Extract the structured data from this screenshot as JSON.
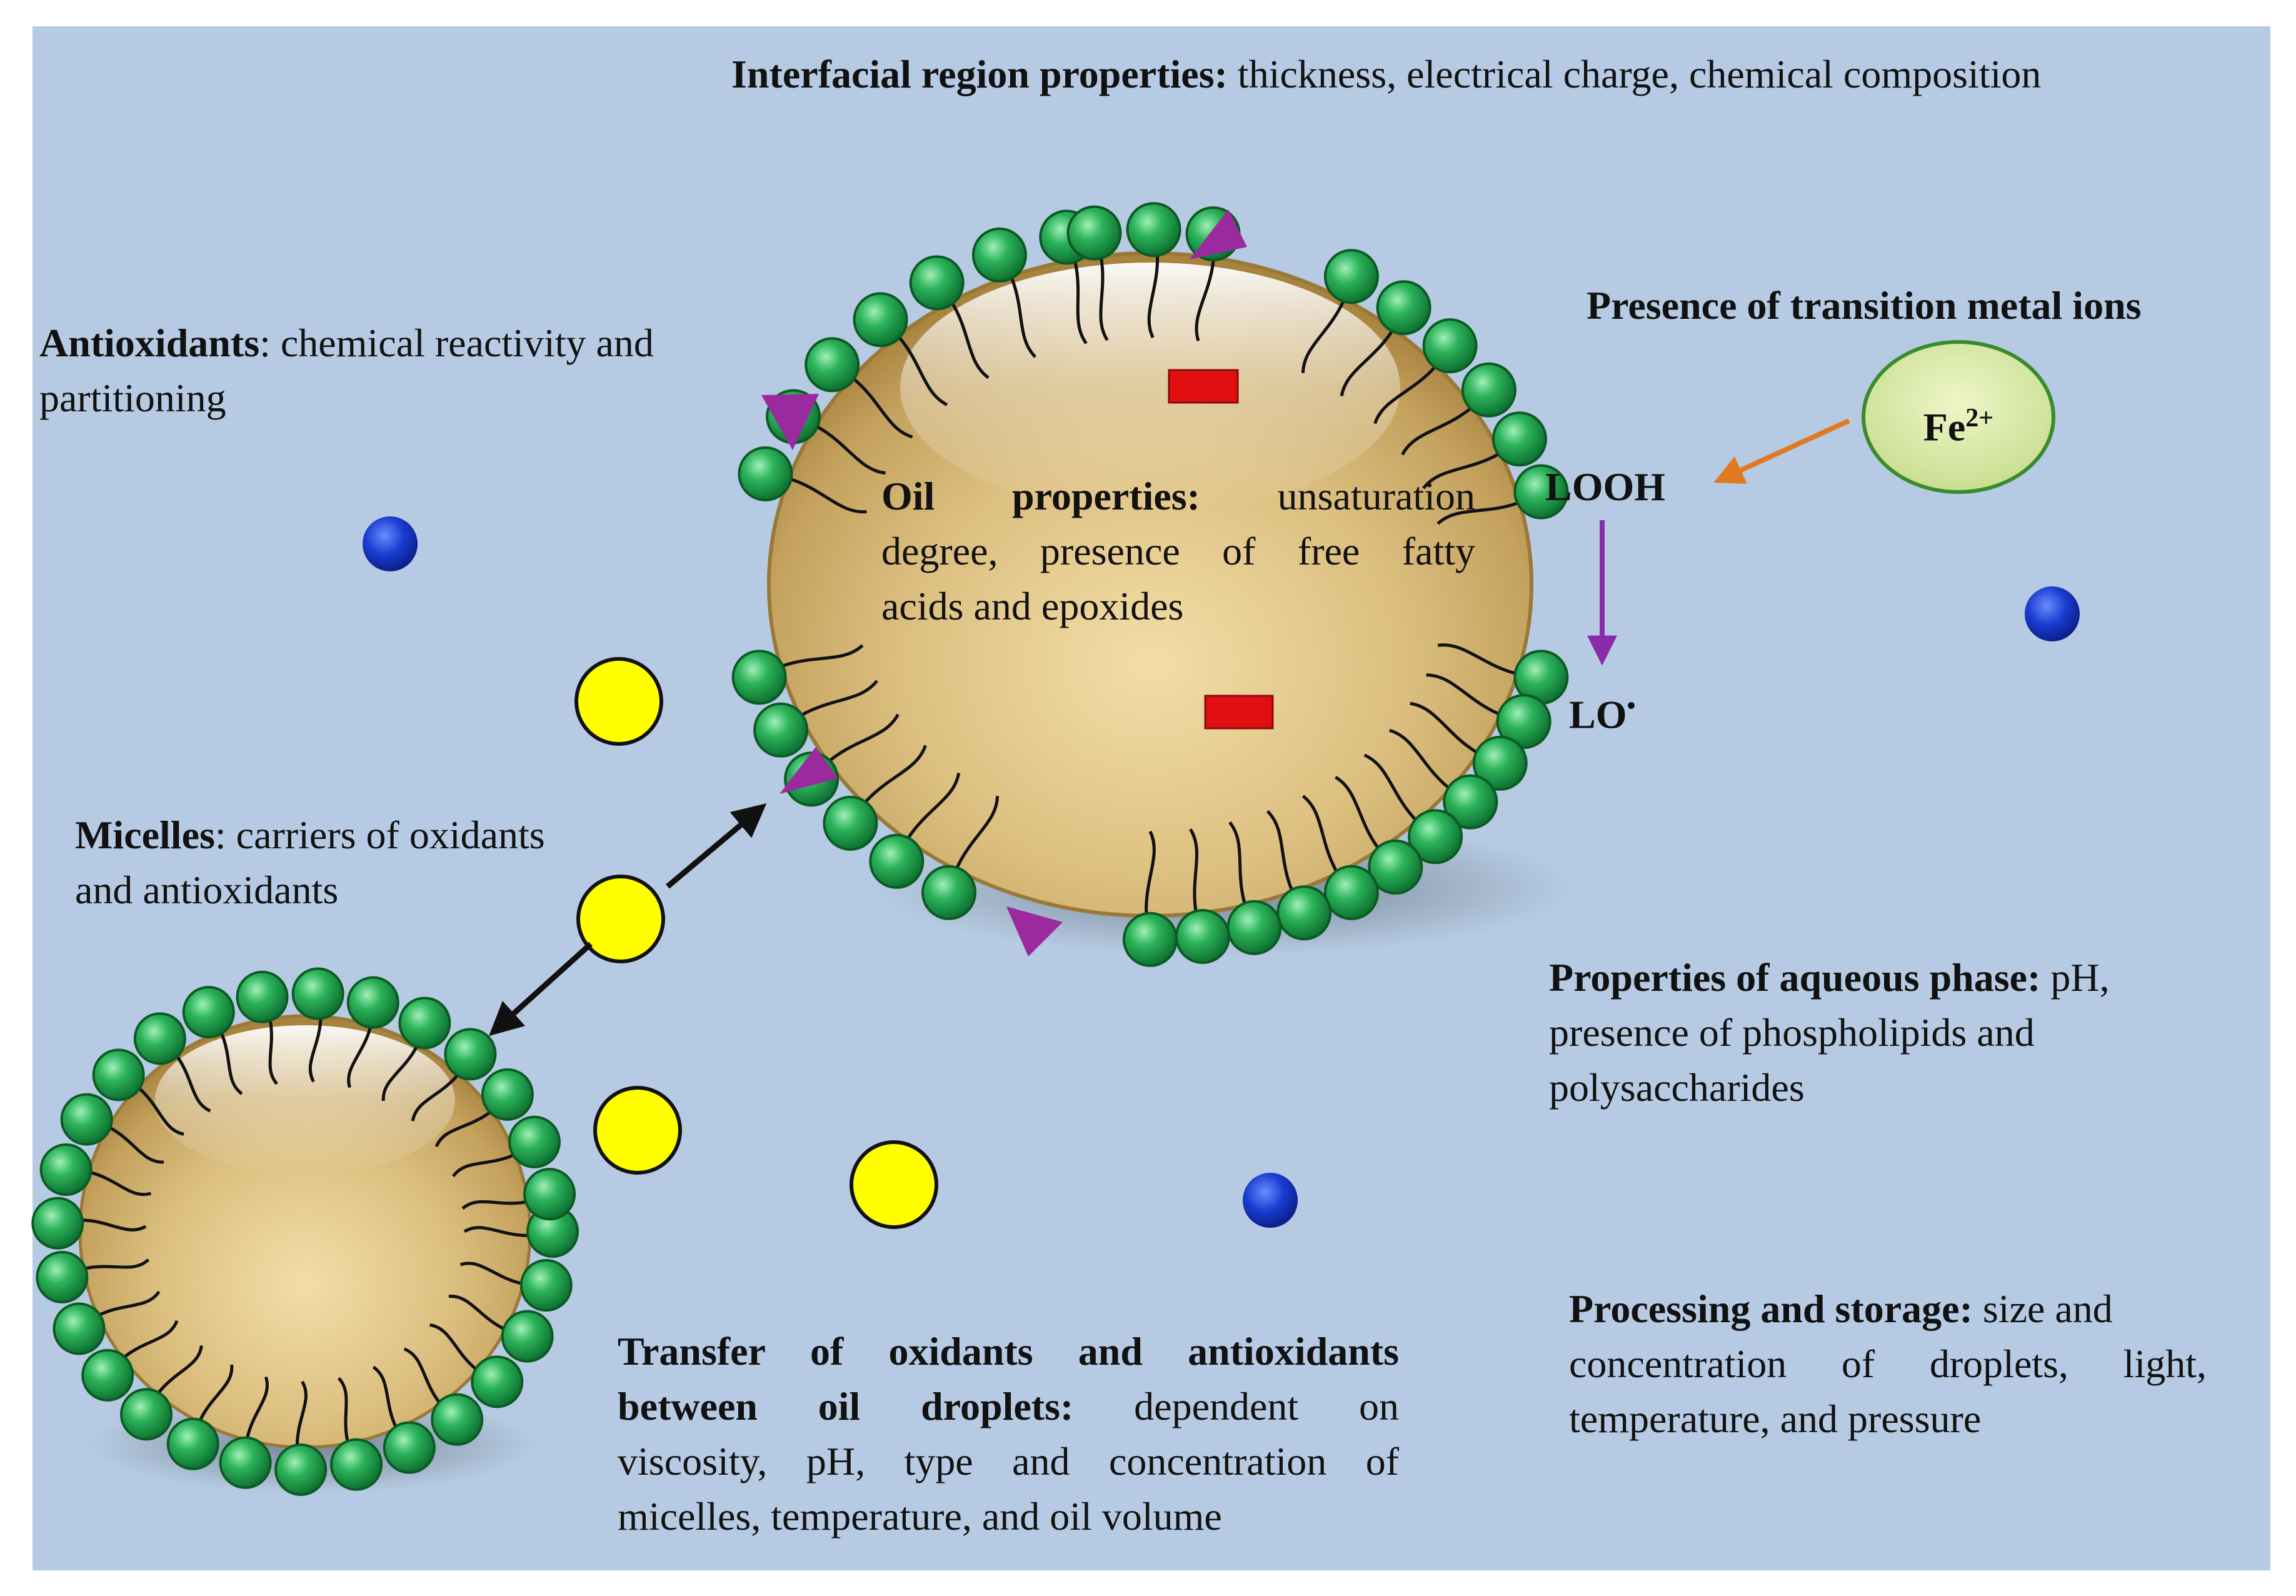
{
  "colors": {
    "background": "#b6cbe3",
    "oil_light": "#fbf3dc",
    "oil_mid": "#e3c98e",
    "oil_dark": "#b08c48",
    "surfactant_head": "#1ea34e",
    "surfactant_head_dark": "#0b6b2d",
    "tail": "#111111",
    "triangle": "#9a2a9e",
    "rectangle": "#e01010",
    "yellow_particle": "#ffff00",
    "blue_particle": "#1030c0",
    "fe_fill": "#d6e7a4",
    "fe_stroke": "#3a8a2e",
    "orange_arrow": "#e07a20",
    "purple_arrow": "#8a2ca8"
  },
  "labels": {
    "interfacial_title": "Interfacial region properties:",
    "interfacial_text": "thickness, electrical charge, chemical composition",
    "antioxidants_title": "Antioxidants",
    "antioxidants_text": ": chemical reactivity and",
    "antioxidants_text2": "partitioning",
    "oil_title": "Oil properties:",
    "oil_text1": "unsaturation",
    "oil_text2": "degree, presence of free fatty",
    "oil_text3": "acids and epoxides",
    "metal_title": "Presence of transition metal ions",
    "fe_label": "Fe",
    "fe_sup": "2+",
    "looh": "LOOH",
    "lo": "LO",
    "lo_dot": "•",
    "micelles_title": "Micelles",
    "micelles_text": ": carriers of oxidants",
    "micelles_text2": "and antioxidants",
    "aqueous_title": "Properties of aqueous phase:",
    "aqueous_text1": "pH,",
    "aqueous_text2": "presence of phospholipids  and",
    "aqueous_text3": "polysaccharides",
    "processing_title": "Processing and storage:",
    "processing_text1": "size and",
    "processing_text2": "concentration of droplets, light,",
    "processing_text3": "temperature, and pressure",
    "transfer_title1": "Transfer of oxidants and antioxidants",
    "transfer_title2": "between oil droplets:",
    "transfer_text2": "dependent on",
    "transfer_text3": "viscosity, pH, type and concentration of",
    "transfer_text4": "micelles, temperature, and oil volume"
  }
}
